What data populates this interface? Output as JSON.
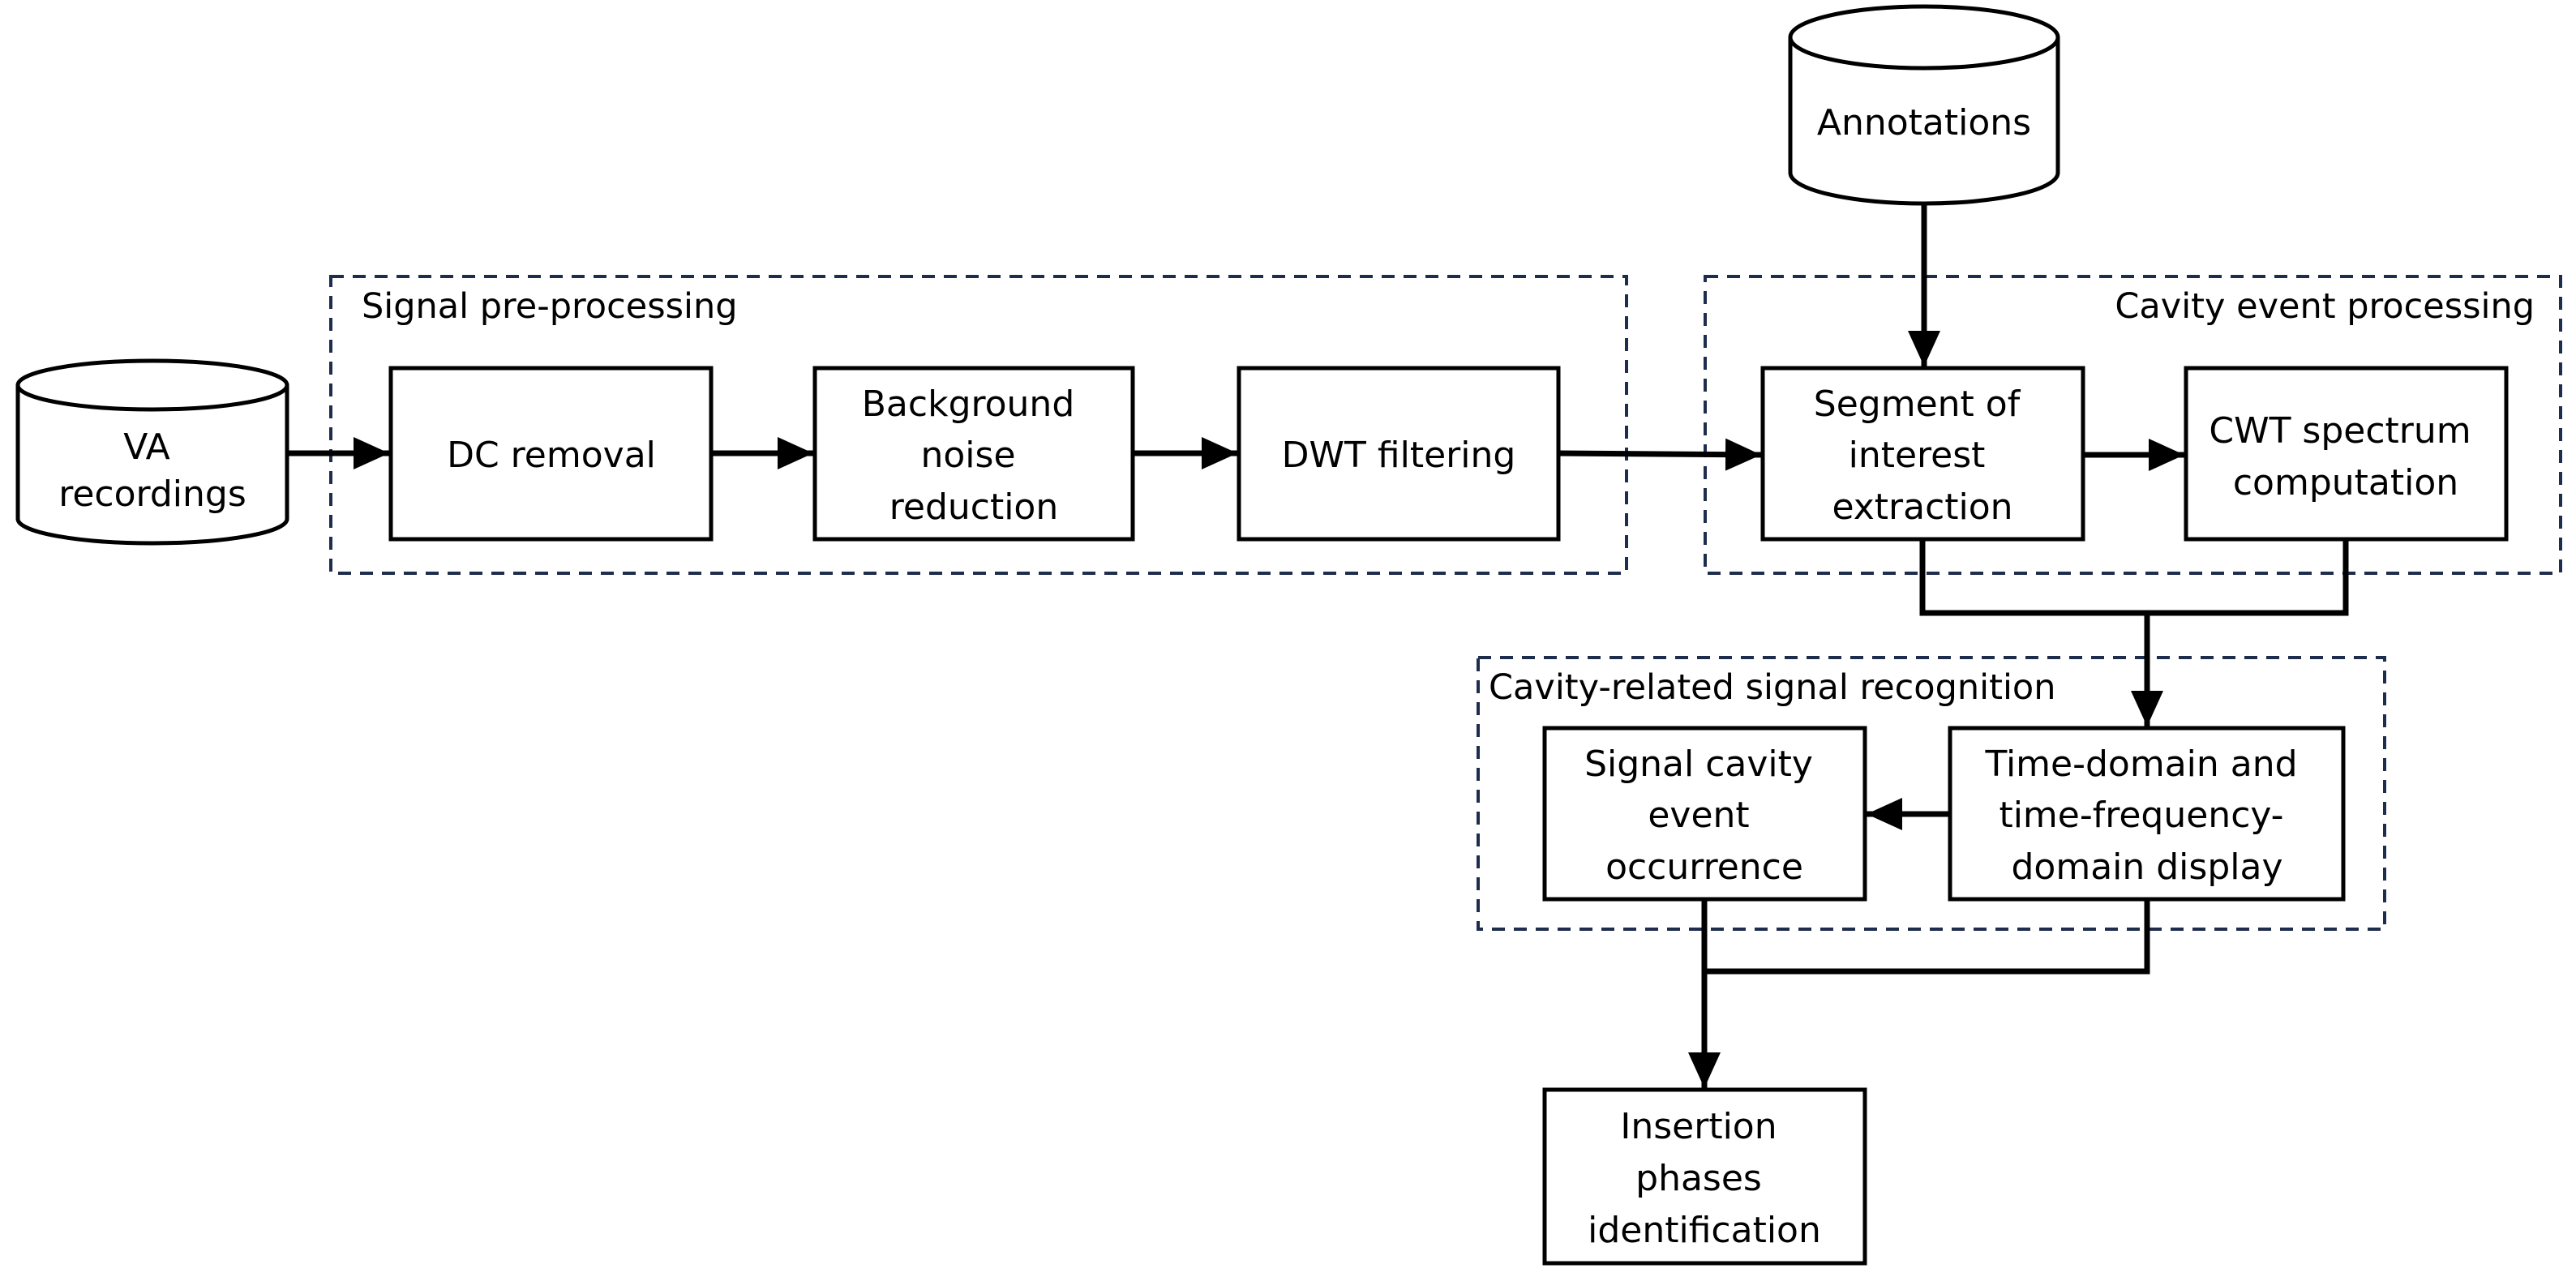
{
  "groups": {
    "preprocessing": "Signal pre-processing",
    "cavity_processing": "Cavity event processing",
    "recognition": "Cavity-related signal recognition"
  },
  "databases": {
    "va_recordings": [
      "VA",
      "recordings"
    ],
    "annotations": [
      "Annotations"
    ]
  },
  "boxes": {
    "dc_removal": [
      "DC removal"
    ],
    "background_noise": [
      "Background",
      "noise",
      "reduction"
    ],
    "dwt_filtering": [
      "DWT filtering"
    ],
    "segment_extraction": [
      "Segment of",
      "interest",
      "extraction"
    ],
    "cwt_spectrum": [
      "CWT spectrum",
      "computation"
    ],
    "time_domain_display": [
      "Time-domain and",
      "time-frequency-",
      "domain display"
    ],
    "signal_cavity_event": [
      "Signal cavity",
      "event",
      "occurrence"
    ],
    "insertion_phases": [
      "Insertion",
      "phases",
      "identification"
    ]
  },
  "colors": {
    "stroke": "#000000",
    "dashed_group": "#1f2d4d",
    "background": "#ffffff"
  }
}
